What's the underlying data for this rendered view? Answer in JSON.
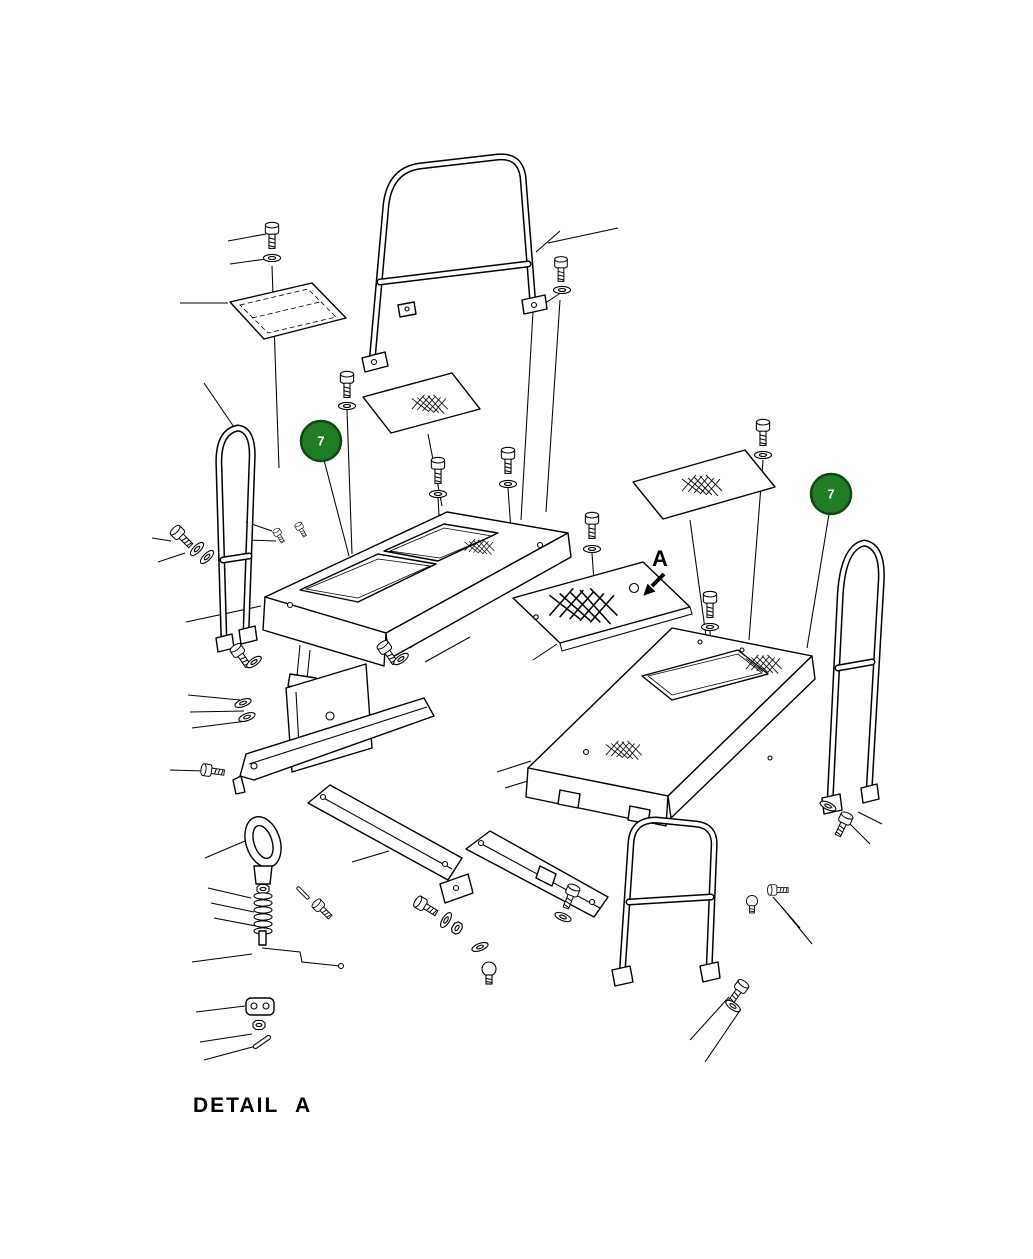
{
  "page": {
    "background": "#ffffff"
  },
  "diagram": {
    "line_color": "#000000",
    "badge_color": "#1f7d22",
    "badge_ring_color": "#0a4a0e",
    "badge_text_color": "#ffffff",
    "badges": [
      {
        "value": "7"
      },
      {
        "value": "7"
      }
    ],
    "section_arrow": {
      "label": "A"
    },
    "detail_caption": "DETAIL  A"
  }
}
